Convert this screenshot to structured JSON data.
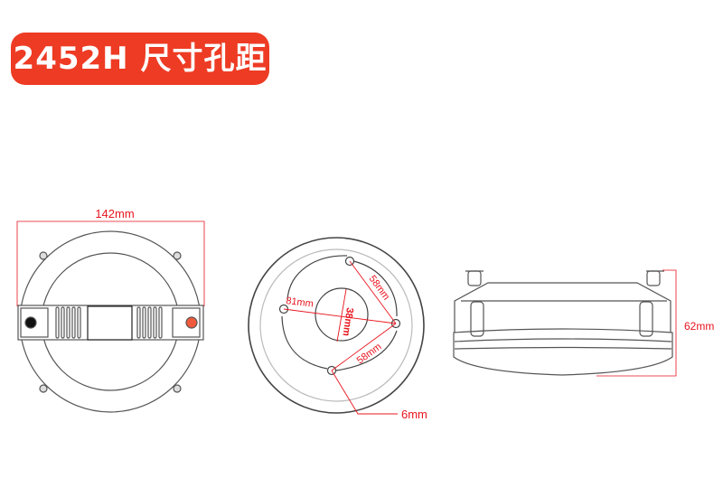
{
  "title": "2452H 尺寸孔距",
  "colors": {
    "badge": "#ee3b24",
    "dimension": "#e8141e",
    "outline": "#555555"
  },
  "front_view": {
    "width_label": "142mm"
  },
  "mount_view": {
    "hole_span_label": "81mm",
    "center_hole_label": "38mm",
    "hole_spacing_top_label": "58mm",
    "hole_spacing_bottom_label": "58mm",
    "hole_diameter_label": "6mm"
  },
  "side_view": {
    "height_label": "62mm"
  }
}
